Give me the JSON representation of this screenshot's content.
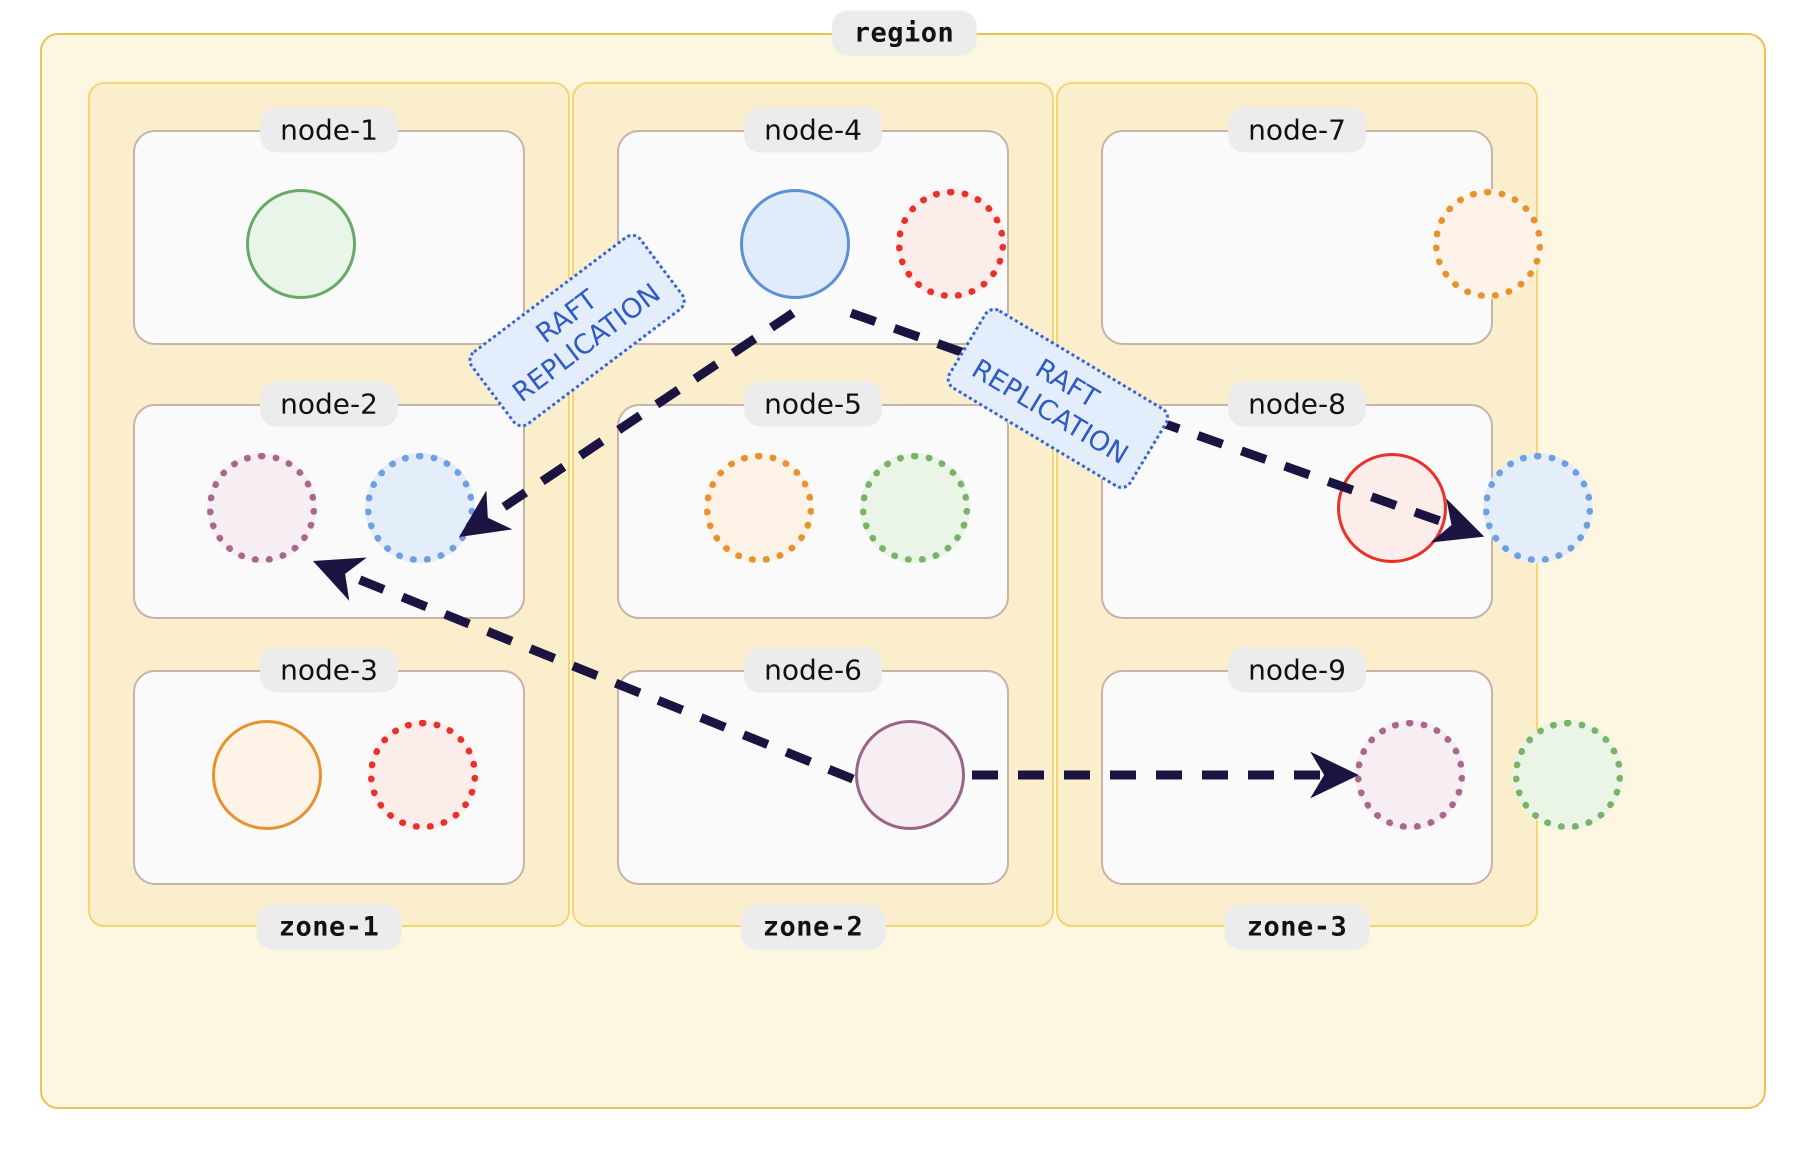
{
  "diagram": {
    "type": "cluster-topology",
    "region": {
      "label": "region"
    },
    "zones": [
      {
        "id": "zone-1",
        "label": "zone-1"
      },
      {
        "id": "zone-2",
        "label": "zone-2"
      },
      {
        "id": "zone-3",
        "label": "zone-3"
      }
    ],
    "nodes": [
      {
        "id": "node-1",
        "label": "node-1",
        "zone": "zone-1",
        "replicas": [
          {
            "color": "#66aa66",
            "fill": "#eaf5ea",
            "style": "solid",
            "role": "leader"
          }
        ]
      },
      {
        "id": "node-2",
        "label": "node-2",
        "zone": "zone-1",
        "replicas": [
          {
            "color": "#a8678b",
            "fill": "#f6eef3",
            "style": "dotted",
            "role": "follower"
          },
          {
            "color": "#6f9fe0",
            "fill": "#e4eefb",
            "style": "dotted",
            "role": "follower"
          }
        ]
      },
      {
        "id": "node-3",
        "label": "node-3",
        "zone": "zone-1",
        "replicas": [
          {
            "color": "#e8922e",
            "fill": "#fdf3e7",
            "style": "solid",
            "role": "leader"
          },
          {
            "color": "#e8312a",
            "fill": "#fcecea",
            "style": "dotted",
            "role": "follower"
          }
        ]
      },
      {
        "id": "node-4",
        "label": "node-4",
        "zone": "zone-2",
        "replicas": [
          {
            "color": "#5b8fd6",
            "fill": "#e1ecfa",
            "style": "solid",
            "role": "leader"
          },
          {
            "color": "#e8312a",
            "fill": "#fcecea",
            "style": "dotted",
            "role": "follower"
          }
        ]
      },
      {
        "id": "node-5",
        "label": "node-5",
        "zone": "zone-2",
        "replicas": [
          {
            "color": "#e8922e",
            "fill": "#fdf2e6",
            "style": "dotted",
            "role": "follower"
          },
          {
            "color": "#79b367",
            "fill": "#eaf4e7",
            "style": "dotted",
            "role": "follower"
          }
        ]
      },
      {
        "id": "node-6",
        "label": "node-6",
        "zone": "zone-2",
        "replicas": [
          {
            "color": "#9a6484",
            "fill": "#f6eef3",
            "style": "solid",
            "role": "leader"
          }
        ]
      },
      {
        "id": "node-7",
        "label": "node-7",
        "zone": "zone-3",
        "replicas": [
          {
            "color": "#e8922e",
            "fill": "#fdf3e8",
            "style": "dotted",
            "role": "follower"
          }
        ]
      },
      {
        "id": "node-8",
        "label": "node-8",
        "zone": "zone-3",
        "replicas": [
          {
            "color": "#e8312a",
            "fill": "#fcecea",
            "style": "solid",
            "role": "leader"
          },
          {
            "color": "#6f9fe0",
            "fill": "#e4eefb",
            "style": "dotted",
            "role": "follower"
          }
        ]
      },
      {
        "id": "node-9",
        "label": "node-9",
        "zone": "zone-3",
        "replicas": [
          {
            "color": "#a8678b",
            "fill": "#f6eef3",
            "style": "dotted",
            "role": "follower"
          },
          {
            "color": "#79b367",
            "fill": "#eaf4e7",
            "style": "dotted",
            "role": "follower"
          }
        ]
      }
    ],
    "edges": [
      {
        "id": "edge-node4-node2",
        "from": "node-4",
        "to": "node-2",
        "label": "RAFT\nREPLICATION",
        "style": "dashed"
      },
      {
        "id": "edge-node4-node8",
        "from": "node-4",
        "to": "node-8",
        "label": "RAFT\nREPLICATION",
        "style": "dashed"
      },
      {
        "id": "edge-node6-node2",
        "from": "node-6",
        "to": "node-2",
        "label": "",
        "style": "dashed"
      },
      {
        "id": "edge-node6-node9",
        "from": "node-6",
        "to": "node-9",
        "label": "",
        "style": "dashed"
      }
    ],
    "colors": {
      "region_fill": "#fdf6e0",
      "region_border": "#e8c352",
      "zone_fill": "#faeecd",
      "zone_border": "#f3d574",
      "node_fill": "#fafafa",
      "node_border": "#c7b3a8",
      "label_badge": "#ececec",
      "edge_stroke": "#1b1340",
      "edge_label_fill": "#e3edfb",
      "edge_label_border": "#3a63c8",
      "edge_label_text": "#2f5bc4"
    }
  }
}
